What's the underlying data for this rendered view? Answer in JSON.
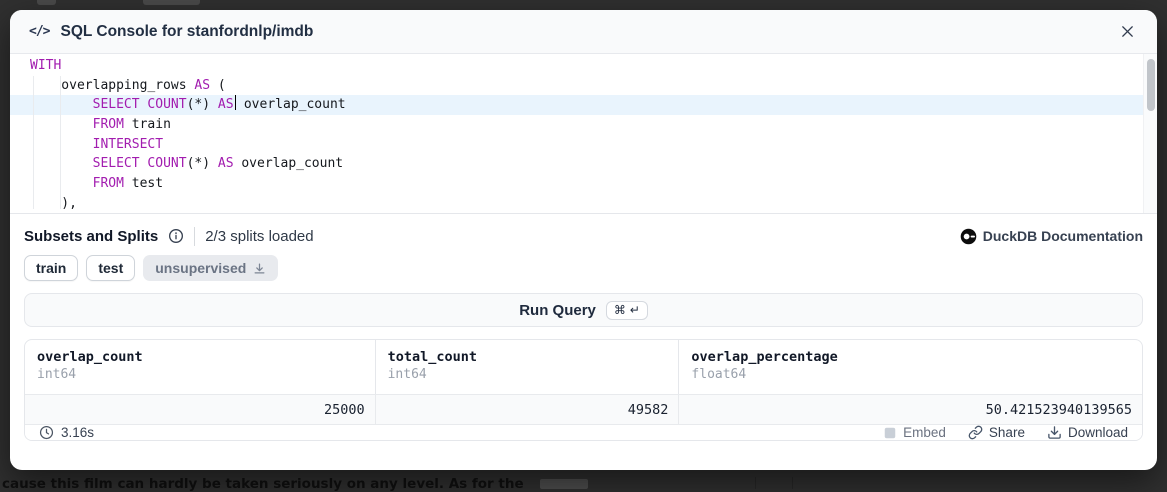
{
  "background": {
    "partial_text": "cause this film can hardly be taken seriously on any level. As for the"
  },
  "header": {
    "code_icon": "</>",
    "title": "SQL Console for stanfordnlp/imdb"
  },
  "sql": {
    "lines": [
      [
        "WITH"
      ],
      [
        "    overlapping_rows",
        " AS",
        " ("
      ],
      [
        "        ",
        "SELECT",
        " ",
        "COUNT",
        "(*) ",
        "AS",
        " overlap_count"
      ],
      [
        "        ",
        "FROM",
        " train"
      ],
      [
        "        ",
        "INTERSECT"
      ],
      [
        "        ",
        "SELECT",
        " ",
        "COUNT",
        "(*) ",
        "AS",
        " overlap_count"
      ],
      [
        "        ",
        "FROM",
        " test"
      ],
      [
        "    ),"
      ]
    ]
  },
  "subsets": {
    "title": "Subsets and Splits",
    "status": "2/3 splits loaded",
    "doc_link": "DuckDB Documentation",
    "splits": [
      {
        "label": "train"
      },
      {
        "label": "test"
      },
      {
        "label": "unsupervised"
      }
    ]
  },
  "run": {
    "label": "Run Query",
    "shortcut": "⌘ ↵"
  },
  "results": {
    "columns": [
      {
        "name": "overlap_count",
        "type": "int64",
        "value": "25000"
      },
      {
        "name": "total_count",
        "type": "int64",
        "value": "49582"
      },
      {
        "name": "overlap_percentage",
        "type": "float64",
        "value": "50.421523940139565"
      }
    ],
    "duration": "3.16s",
    "actions": {
      "embed": "Embed",
      "share": "Share",
      "download": "Download"
    }
  },
  "icons": {
    "header_left": "code-icon",
    "header_right": "close-icon",
    "subsets": "info-icon",
    "doc": "duckdb-logo-icon",
    "unloaded_split": "download-icon",
    "footer": [
      "clock-icon",
      "embed-icon",
      "link-icon",
      "download-icon"
    ]
  },
  "colors": {
    "keyword": "#a21caf",
    "active_line": "#e9f4fd",
    "panel_bg": "#f9fafb",
    "border": "#e5e7eb",
    "overlay_bg": "#303030"
  }
}
